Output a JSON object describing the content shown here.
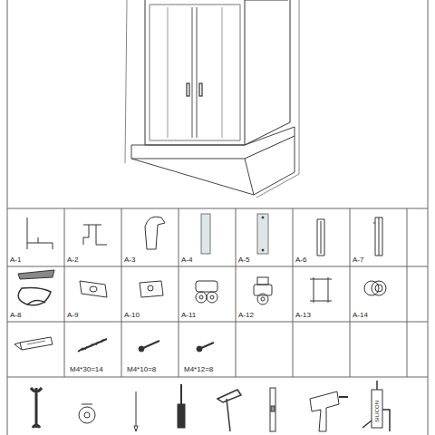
{
  "diagram": {
    "labels": [
      "A-1",
      "A-2",
      "A-3",
      "A-4",
      "A-5",
      "A-6",
      "A-7",
      "A-8",
      "A-9",
      "A-10",
      "A-11",
      "A-12",
      "A-13",
      "A-14",
      "M4*30=14",
      "M4*10=8",
      "M4*12=8",
      "SILICON"
    ]
  }
}
